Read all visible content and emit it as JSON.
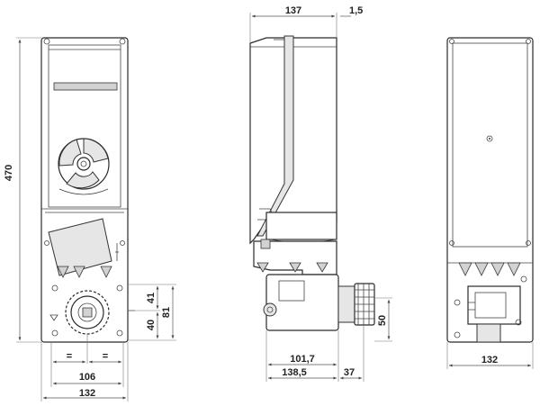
{
  "dimensions": {
    "front_height": "470",
    "front_width_106": "106",
    "front_width_132": "132",
    "front_dim_41": "41",
    "front_dim_40": "40",
    "front_dim_81": "81",
    "equal_left": "=",
    "equal_right": "=",
    "side_depth_137": "137",
    "side_offset_1_5": "1,5",
    "side_depth_101_7": "101,7",
    "side_depth_138_5": "138,5",
    "side_shaft_37": "37",
    "side_dim_50": "50",
    "back_width_132": "132"
  }
}
